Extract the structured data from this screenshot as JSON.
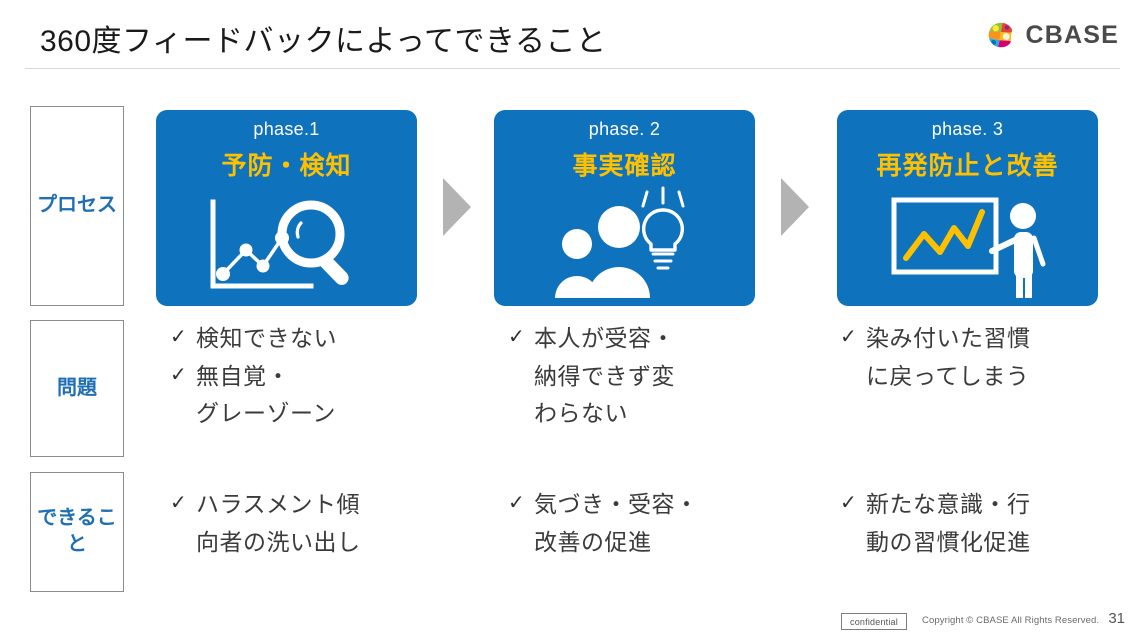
{
  "header": {
    "title": "360度フィードバックによってできること",
    "brand_name": "CBASE",
    "brand_mark_icon": "cbase-sphere-logo-icon"
  },
  "colors": {
    "phase_blue": "#0F72BC",
    "phase_gold": "#FFC000",
    "label_blue": "#1F6FB5",
    "arrow_gray": "#B3B3B3",
    "body_text": "#3b3b3b"
  },
  "row_labels": {
    "process": "プロセス",
    "problem": "問題",
    "benefit": "できること"
  },
  "phases": [
    {
      "number": "phase.1",
      "name": "予防・検知",
      "icon": "chart-magnifier-icon"
    },
    {
      "number": "phase. 2",
      "name": "事実確認",
      "icon": "people-lightbulb-icon"
    },
    {
      "number": "phase. 3",
      "name": "再発防止と改善",
      "icon": "presentation-person-icon"
    }
  ],
  "arrows": {
    "icon": "right-triangle-arrow-icon"
  },
  "problems": [
    {
      "lines": [
        {
          "tick": "✓",
          "text": "検知できない"
        },
        {
          "tick": "✓",
          "text": "無自覚・"
        },
        {
          "tick": "",
          "text": "グレーゾーン"
        }
      ]
    },
    {
      "lines": [
        {
          "tick": "✓",
          "text": "本人が受容・"
        },
        {
          "tick": "",
          "text": "納得できず変"
        },
        {
          "tick": "",
          "text": "わらない"
        }
      ]
    },
    {
      "lines": [
        {
          "tick": "✓",
          "text": "染み付いた習慣"
        },
        {
          "tick": "",
          "text": "に戻ってしまう"
        }
      ]
    }
  ],
  "benefits": [
    {
      "lines": [
        {
          "tick": "✓",
          "text": "ハラスメント傾"
        },
        {
          "tick": "",
          "text": "向者の洗い出し"
        }
      ]
    },
    {
      "lines": [
        {
          "tick": "✓",
          "text": "気づき・受容・"
        },
        {
          "tick": "",
          "text": "改善の促進"
        }
      ]
    },
    {
      "lines": [
        {
          "tick": "✓",
          "text": "新たな意識・行"
        },
        {
          "tick": "",
          "text": "動の習慣化促進"
        }
      ]
    }
  ],
  "footer": {
    "confidential": "confidential",
    "copyright": "Copyright © CBASE All Rights Reserved.",
    "page_number": "31"
  }
}
